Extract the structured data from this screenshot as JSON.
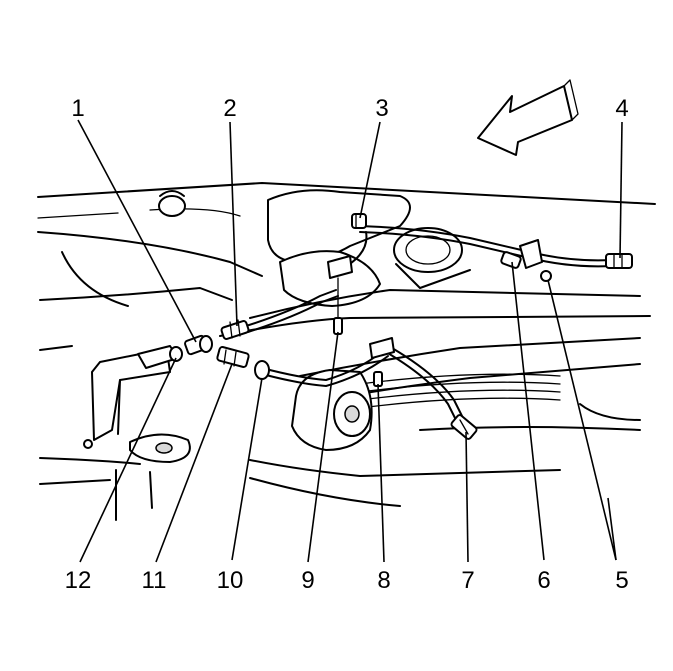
{
  "callouts": [
    {
      "id": 1,
      "label": "1"
    },
    {
      "id": 2,
      "label": "2"
    },
    {
      "id": 3,
      "label": "3"
    },
    {
      "id": 4,
      "label": "4"
    },
    {
      "id": 5,
      "label": "5"
    },
    {
      "id": 6,
      "label": "6"
    },
    {
      "id": 7,
      "label": "7"
    },
    {
      "id": 8,
      "label": "8"
    },
    {
      "id": 9,
      "label": "9"
    },
    {
      "id": 10,
      "label": "10"
    },
    {
      "id": 11,
      "label": "11"
    },
    {
      "id": 12,
      "label": "12"
    }
  ],
  "icons": {
    "direction": "forward-arrow-icon"
  }
}
